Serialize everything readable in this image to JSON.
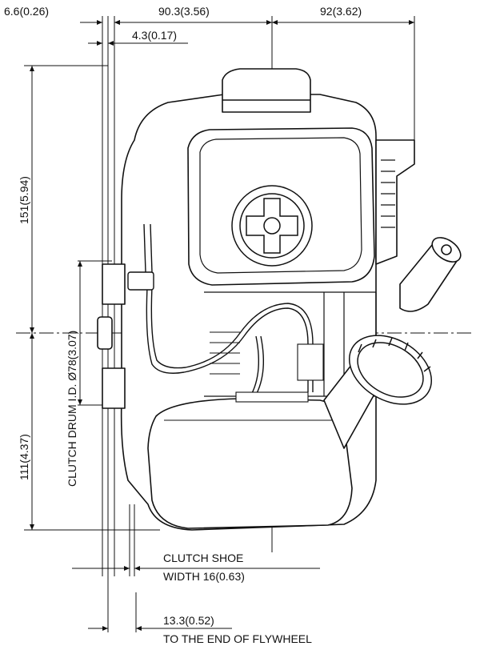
{
  "dimensions": {
    "top_left_offset": "6.6(0.26)",
    "top_center_width": "90.3(3.56)",
    "top_right_width": "92(3.62)",
    "shaft_offset": "4.3(0.17)",
    "upper_height": "151(5.94)",
    "lower_height": "111(4.37)",
    "clutch_drum": "CLUTCH DRUM I.D. Ø78(3.07)",
    "clutch_shoe_line1": "CLUTCH SHOE",
    "clutch_shoe_line2": "WIDTH 16(0.63)",
    "flywheel_line1": "13.3(0.52)",
    "flywheel_line2": "TO THE END OF FLYWHEEL"
  },
  "colors": {
    "line": "#111111",
    "fill": "#ffffff",
    "shade": "#e9e9e9"
  }
}
